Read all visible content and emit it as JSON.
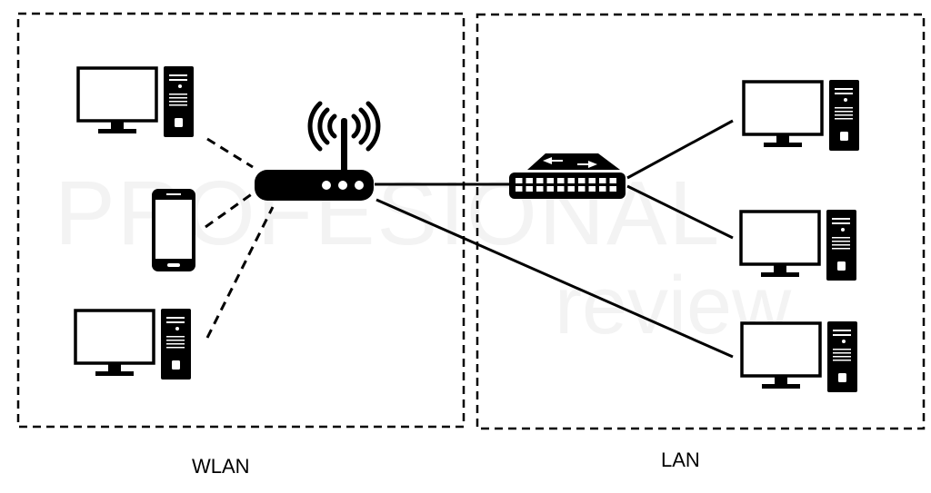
{
  "zones": {
    "wlan_label": "WLAN",
    "lan_label": "LAN"
  },
  "watermark": {
    "line1": "PROFESIONAL",
    "line2": "review"
  },
  "devices": {
    "wlan": [
      "desktop-computer",
      "smartphone",
      "desktop-computer"
    ],
    "hub": [
      "wifi-router",
      "network-switch"
    ],
    "lan": [
      "desktop-computer",
      "desktop-computer",
      "desktop-computer"
    ]
  },
  "colors": {
    "stroke": "#000000",
    "background": "#ffffff"
  }
}
